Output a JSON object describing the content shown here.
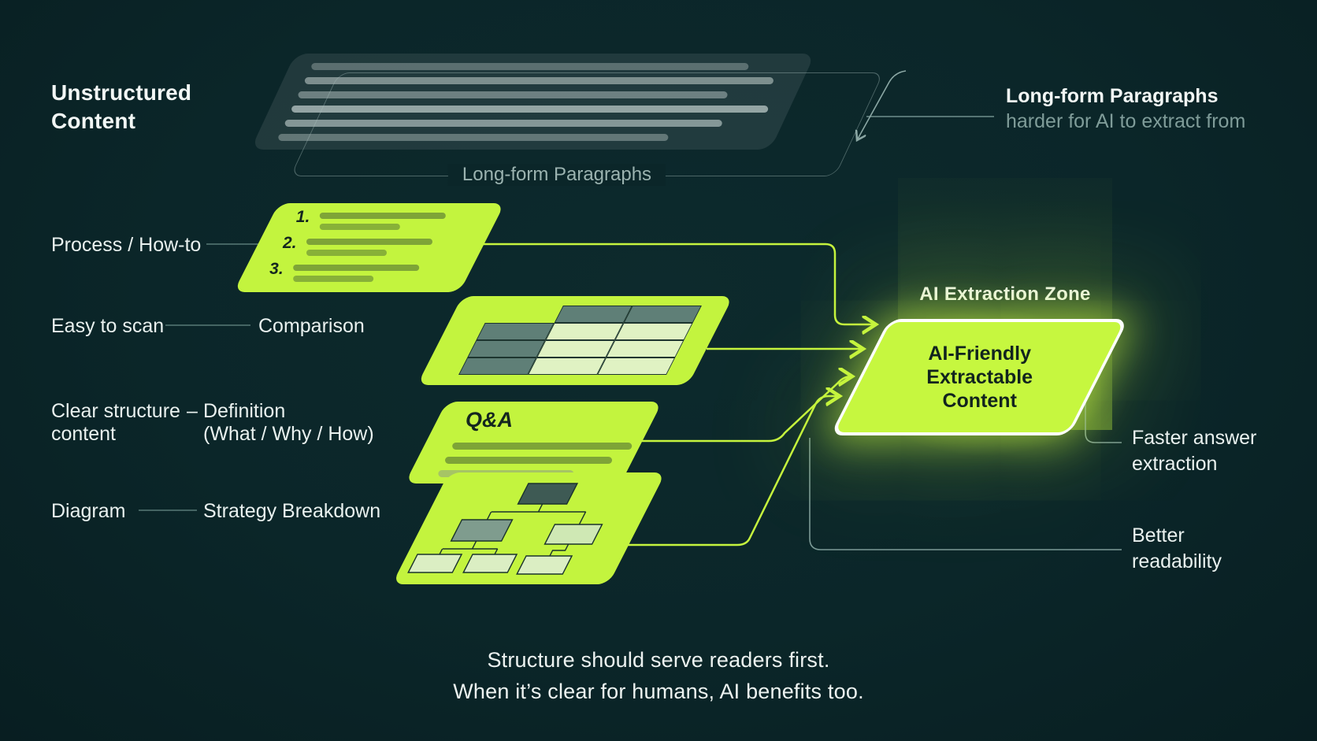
{
  "colors": {
    "background": "#0b2629",
    "accent_green": "#c6f43e",
    "olive_bar": "#7ea437",
    "dark_text_on_green": "#12251f",
    "white_text": "#eef4f2",
    "muted_text": "#7f9c99",
    "connector_gray": "#8ba7a4",
    "table_dark_cell": "#5f7f77",
    "table_light_cell": "#e0f2c3"
  },
  "title": "Unstructured Content",
  "longform": {
    "block_label": "Long-form Paragraphs",
    "annotation_title": "Long-form Paragraphs",
    "annotation_subtitle": "harder for AI to extract from"
  },
  "rows": [
    {
      "label": "Process / How-to",
      "list_numbers": [
        "1.",
        "2.",
        "3."
      ]
    },
    {
      "label": "Easy to scan",
      "sublabel": "Comparison"
    },
    {
      "label": "Clear structure content",
      "dash": "–",
      "sublabel": "Definition",
      "sublabel2": "(What / Why / How)",
      "block_title": "Q&A"
    },
    {
      "label": "Diagram",
      "sublabel": "Strategy Breakdown"
    }
  ],
  "extraction": {
    "zone_label": "AI Extraction Zone",
    "block_line1": "AI-Friendly",
    "block_line2": "Extractable",
    "block_line3": "Content"
  },
  "benefits": [
    {
      "line1": "Faster answer",
      "line2": "extraction"
    },
    {
      "line1": "Better",
      "line2": "readability"
    }
  ],
  "caption": {
    "line1": "Structure should serve readers first.",
    "line2": "When it’s clear for humans, AI benefits too."
  }
}
